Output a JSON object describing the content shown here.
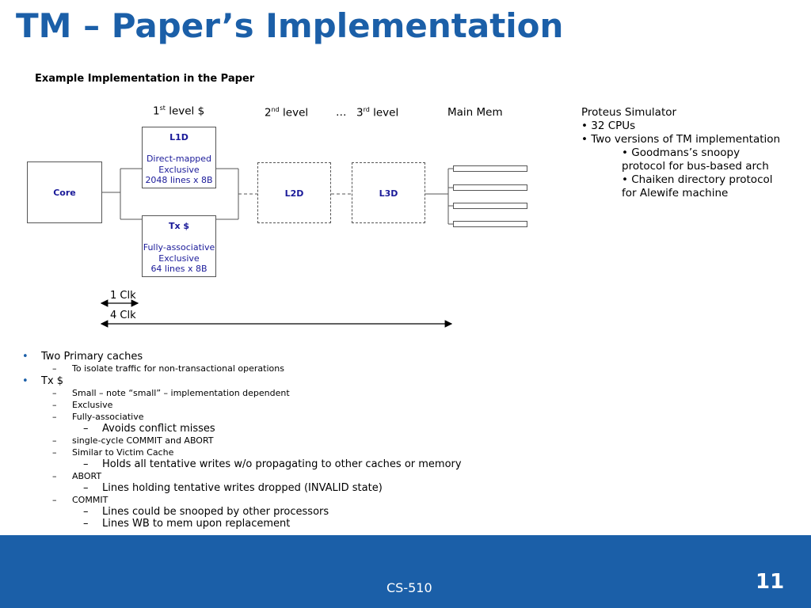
{
  "slide": {
    "title": "TM – Paper’s Implementation",
    "subtitle": "Example Implementation in the Paper",
    "footer_course": "CS-510",
    "page_number": "11"
  },
  "diagram": {
    "headers": {
      "l1": {
        "num": "1",
        "sup": "st",
        "rest": " level $"
      },
      "l2": {
        "num": "2",
        "sup": "nd",
        "rest": " level"
      },
      "ellipsis": "…",
      "l3": {
        "num": "3",
        "sup": "rd",
        "rest": " level"
      },
      "mainmem": "Main Mem"
    },
    "core": {
      "label": "Core"
    },
    "l1d": {
      "label": "L1D",
      "line1": "Direct-mapped",
      "line2": "Exclusive",
      "line3": "2048 lines x 8B"
    },
    "tx": {
      "label": "Tx $",
      "line1": "Fully-associative",
      "line2": "Exclusive",
      "line3": "64 lines x 8B"
    },
    "l2d": {
      "label": "L2D"
    },
    "l3d": {
      "label": "L3D"
    },
    "clk1": "1 Clk",
    "clk4": "4 Clk",
    "colors": {
      "box_text": "#1a1a99",
      "border": "#555555"
    }
  },
  "proteus": {
    "title": "Proteus Simulator",
    "b1": "• 32 CPUs",
    "b2": "• Two versions of TM implementation",
    "b3a": "• Goodmans’s snoopy",
    "b3b": "protocol for bus-based arch",
    "b4a": "• Chaiken directory protocol",
    "b4b": "for Alewife machine"
  },
  "notes": [
    {
      "level": 1,
      "text": "Two Primary caches"
    },
    {
      "level": 2,
      "text": "To isolate traffic for non-transactional operations"
    },
    {
      "level": 1,
      "text": "Tx $"
    },
    {
      "level": 2,
      "text": "Small – note “small” – implementation dependent"
    },
    {
      "level": 2,
      "text": "Exclusive"
    },
    {
      "level": 2,
      "text": "Fully-associative"
    },
    {
      "level": 3,
      "text": "Avoids conflict misses"
    },
    {
      "level": 2,
      "text": "single-cycle COMMIT and ABORT"
    },
    {
      "level": 2,
      "text": "Similar to Victim Cache"
    },
    {
      "level": 3,
      "text": "Holds all tentative writes w/o propagating to other caches or memory"
    },
    {
      "level": 2,
      "text": "ABORT"
    },
    {
      "level": 3,
      "text": "Lines holding tentative writes dropped (INVALID state)"
    },
    {
      "level": 2,
      "text": "COMMIT"
    },
    {
      "level": 3,
      "text": "Lines could be snooped by other processors"
    },
    {
      "level": 3,
      "text": "Lines WB to mem upon replacement"
    }
  ],
  "theme": {
    "accent": "#1b5fa8"
  }
}
